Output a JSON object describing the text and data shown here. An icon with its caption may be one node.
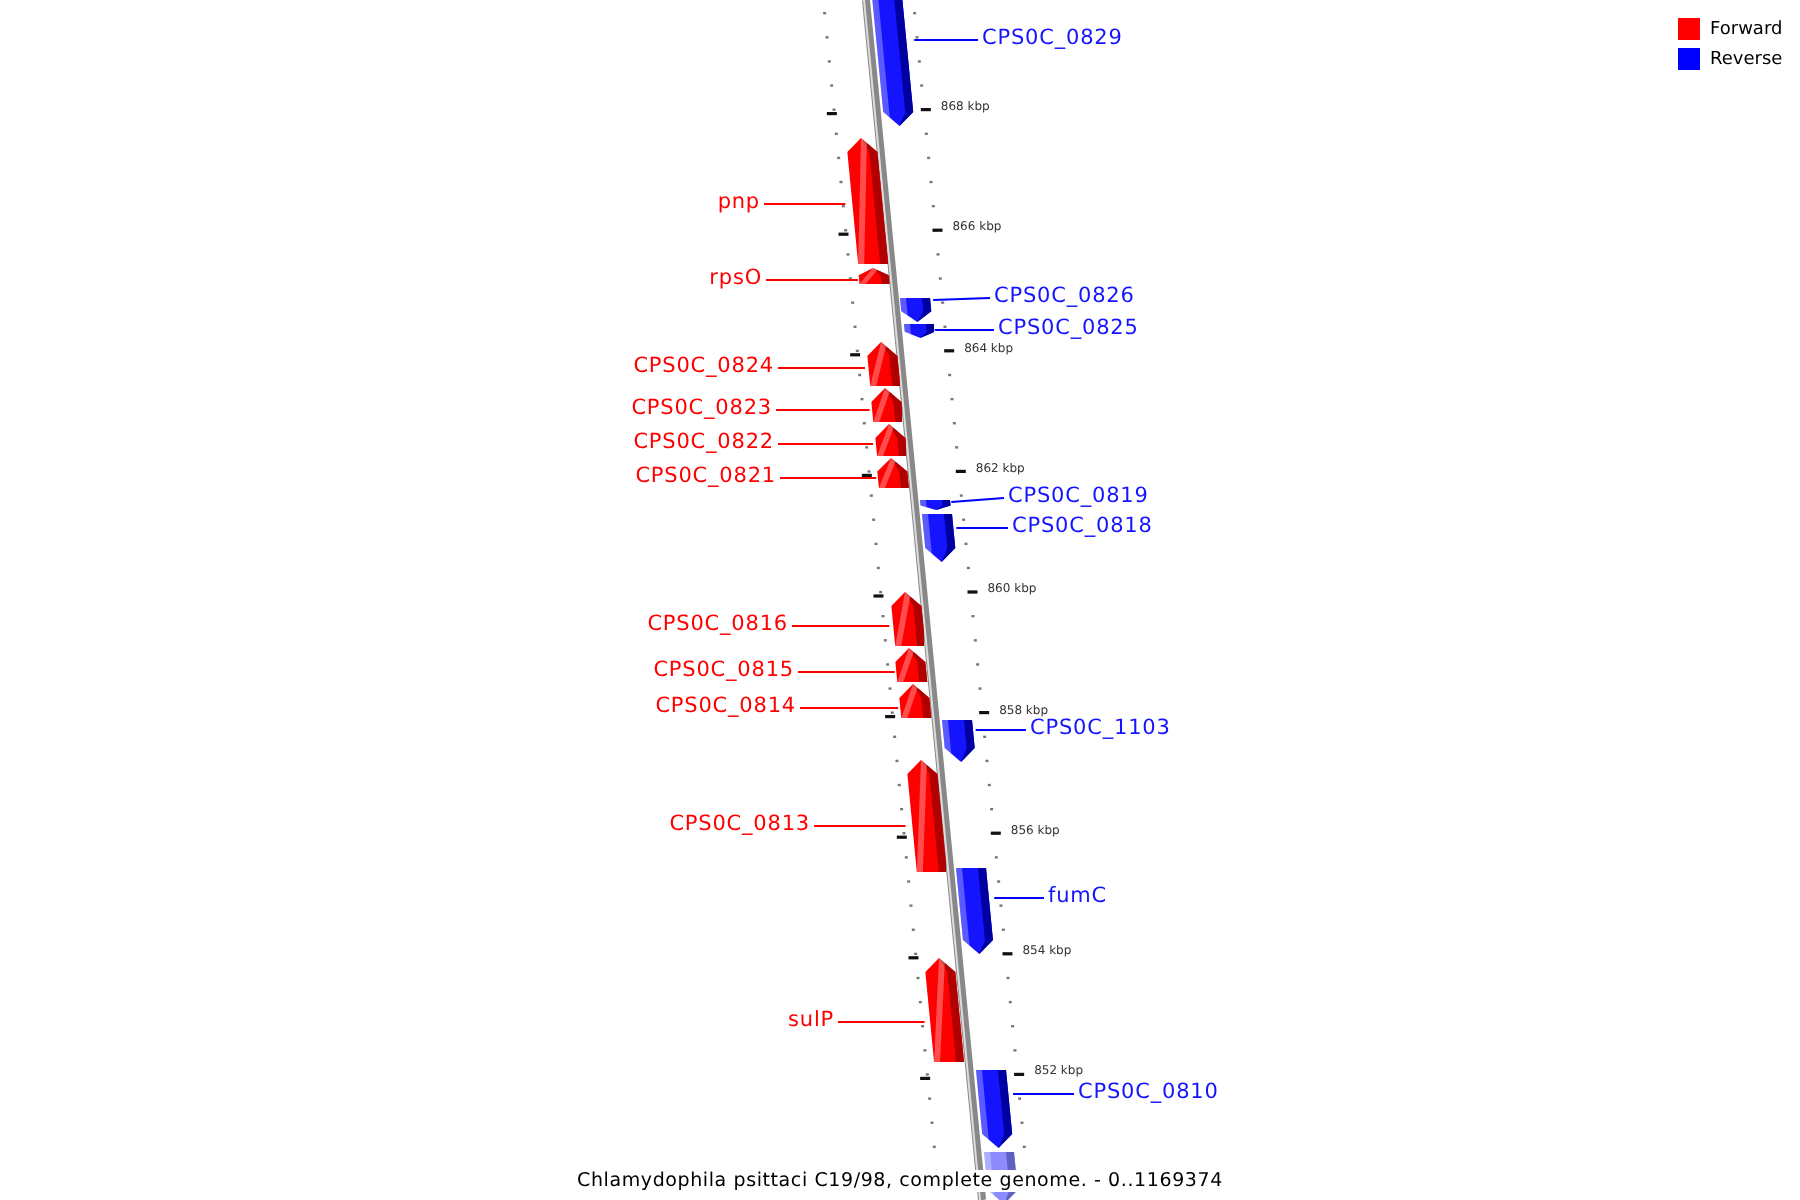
{
  "diagram": {
    "caption": "Chlamydophila psittaci C19/98, complete genome. - 0..1169374",
    "nodes": [
      {
        "text": [
          "CPS0C_0829"
        ]
      },
      {
        "text": [],
        "shape": "arrow"
      },
      {
        "text": [
          "pnp"
        ]
      },
      {
        "text": [],
        "shape": "arrow"
      },
      {
        "text": [
          "rpsO"
        ]
      },
      {
        "text": [],
        "shape": "arrow"
      },
      {
        "text": [
          "CPS0C_0826"
        ]
      },
      {
        "text": [],
        "shape": "arrow"
      },
      {
        "text": [
          "CPS0C_0825"
        ]
      },
      {
        "text": [],
        "shape": "arrow"
      },
      {
        "text": [
          "CPS0C_0824"
        ]
      },
      {
        "text": [],
        "shape": "arrow"
      },
      {
        "text": [
          "CPS0C_0823"
        ]
      },
      {
        "text": [],
        "shape": "arrow"
      },
      {
        "text": [
          "CPS0C_0822"
        ]
      },
      {
        "text": [],
        "shape": "arrow"
      },
      {
        "text": [
          "CPS0C_0821"
        ]
      },
      {
        "text": [],
        "shape": "arrow"
      },
      {
        "text": [
          "CPS0C_0819"
        ]
      },
      {
        "text": [],
        "shape": "arrow"
      },
      {
        "text": [
          "CPS0C_0818"
        ]
      },
      {
        "text": [],
        "shape": "arrow"
      },
      {
        "text": [
          "CPS0C_0816"
        ]
      },
      {
        "text": [],
        "shape": "arrow"
      },
      {
        "text": [
          "CPS0C_0815"
        ]
      },
      {
        "text": [],
        "shape": "arrow"
      },
      {
        "text": [
          "CPS0C_0814"
        ]
      },
      {
        "text": [],
        "shape": "arrow"
      },
      {
        "text": [
          "CPS0C_1103"
        ]
      },
      {
        "text": [],
        "shape": "arrow"
      },
      {
        "text": [
          "CPS0C_0813"
        ]
      },
      {
        "text": [],
        "shape": "arrow"
      },
      {
        "text": [
          "fumC"
        ]
      },
      {
        "text": [],
        "shape": "arrow"
      },
      {
        "text": [
          "sulP"
        ]
      },
      {
        "text": [],
        "shape": "arrow"
      },
      {
        "text": [
          "CPS0C_0810"
        ]
      },
      {
        "text": [],
        "shape": "arrow"
      },
      {
        "text": [],
        "shape": "arrow"
      }
    ],
    "edges": [
      {
        "from": 0,
        "to": 1,
        "arrow": "none",
        "color": "#0000ff"
      },
      {
        "from": 2,
        "to": 3,
        "arrow": "none"
      },
      {
        "from": 4,
        "to": 5,
        "arrow": "none"
      },
      {
        "from": 6,
        "to": 7,
        "arrow": "none",
        "color": "#0000ff"
      },
      {
        "from": 8,
        "to": 9,
        "arrow": "none",
        "color": "#0000ff"
      },
      {
        "from": 10,
        "to": 11,
        "arrow": "none"
      },
      {
        "from": 12,
        "to": 13,
        "arrow": "none"
      },
      {
        "from": 14,
        "to": 15,
        "arrow": "none"
      },
      {
        "from": 16,
        "to": 17,
        "arrow": "none"
      },
      {
        "from": 18,
        "to": 19,
        "arrow": "none",
        "color": "#0000ff"
      },
      {
        "from": 20,
        "to": 21,
        "arrow": "none",
        "color": "#0000ff"
      },
      {
        "from": 22,
        "to": 23,
        "arrow": "none"
      },
      {
        "from": 24,
        "to": 25,
        "arrow": "none"
      },
      {
        "from": 26,
        "to": 27,
        "arrow": "none"
      },
      {
        "from": 28,
        "to": 29,
        "arrow": "none",
        "color": "#0000ff"
      },
      {
        "from": 30,
        "to": 31,
        "arrow": "none"
      },
      {
        "from": 32,
        "to": 33,
        "arrow": "none",
        "color": "#0000ff"
      },
      {
        "from": 34,
        "to": 35,
        "arrow": "none"
      },
      {
        "from": 36,
        "to": 37,
        "arrow": "none",
        "color": "#0000ff"
      }
    ],
    "labels": [
      "868 kbp",
      "866 kbp",
      "864 kbp",
      "862 kbp",
      "860 kbp",
      "858 kbp",
      "856 kbp",
      "854 kbp",
      "852 kbp"
    ],
    "legend": [
      {
        "text": "Forward",
        "color": "#ff0000"
      },
      {
        "text": "Reverse",
        "color": "#0000ff"
      }
    ]
  }
}
